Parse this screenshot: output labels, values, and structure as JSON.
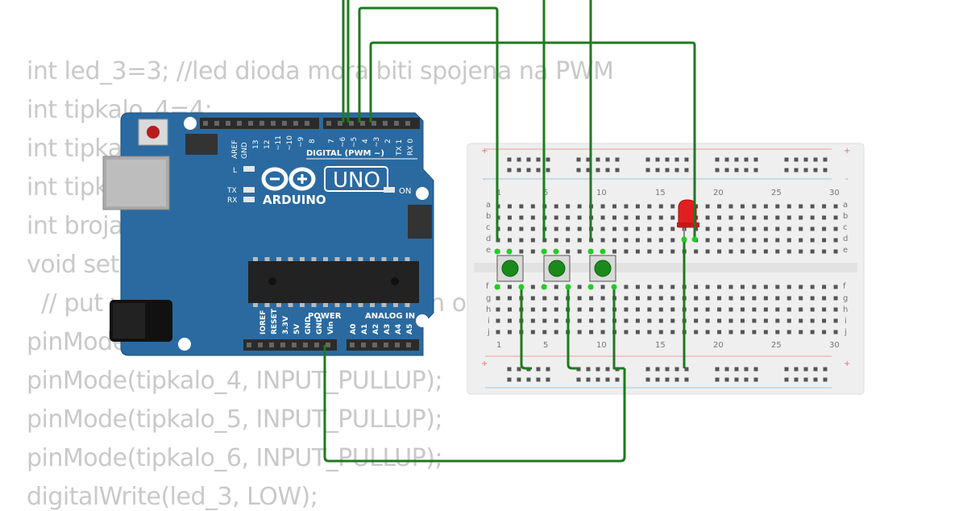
{
  "code_lines": [
    "int led_3=3; //led dioda mora biti spojena na PWM",
    "int tipkalo_4=4;",
    "int tipkalo_5=5;",
    "int tipkalo_6=6;",
    "int brojac=0;",
    "void setup() {",
    "  // put your setup code here, to run once:",
    "pinMode(led_3, OUTPUT);",
    "pinMode(tipkalo_4, INPUT_PULLUP);",
    "pinMode(tipkalo_5, INPUT_PULLUP);",
    "pinMode(tipkalo_6, INPUT_PULLUP);",
    "digitalWrite(led_3, LOW);"
  ],
  "arduino": {
    "brand": "ARDUINO",
    "model": "UNO",
    "header_digital": "DIGITAL (PWM ~)",
    "header_power": "POWER",
    "header_analog": "ANALOG IN",
    "led_l": "L",
    "led_tx": "TX",
    "led_rx": "RX",
    "led_on": "ON",
    "digital_pins": [
      "AREF",
      "GND",
      "13",
      "12",
      "~11",
      "~10",
      "~9",
      "8",
      "7",
      "~6",
      "~5",
      "4",
      "~3",
      "2",
      "TX 1",
      "RX 0"
    ],
    "power_pins": [
      "IOREF",
      "RESET",
      "3.3V",
      "5V",
      "GND",
      "GND",
      "Vin"
    ],
    "analog_pins": [
      "A0",
      "A1",
      "A2",
      "A3",
      "A4",
      "A5"
    ],
    "colors": {
      "board": "#2a6aa0",
      "wire": "#1e7a1e",
      "led": "#e02020",
      "button": "#1a8a1a"
    }
  },
  "breadboard": {
    "column_numbers": [
      "1",
      "5",
      "10",
      "15",
      "20",
      "25",
      "30"
    ],
    "row_letters_top": [
      "a",
      "b",
      "c",
      "d",
      "e"
    ],
    "row_letters_bottom": [
      "f",
      "g",
      "h",
      "i",
      "j"
    ],
    "rail_plus": "+",
    "rail_minus": "-"
  }
}
